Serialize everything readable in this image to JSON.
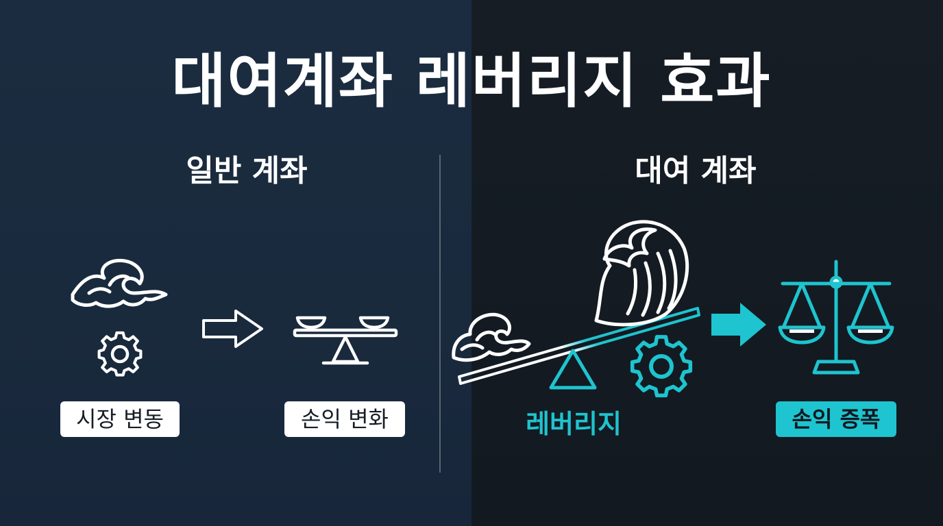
{
  "title": "대여계좌 레버리지 효과",
  "left": {
    "heading": "일반 계좌",
    "labels": {
      "market": "시장 변동",
      "pnl": "손익 변화"
    }
  },
  "right": {
    "heading": "대여 계좌",
    "labels": {
      "leverage": "레버리지",
      "pnl": "손익 증폭"
    }
  },
  "colors": {
    "accent": "#1ec4cf",
    "left_bg": "#1b2c40",
    "right_bg": "#141b22",
    "white": "#ffffff"
  },
  "icons": [
    "wave-icon",
    "gear-icon",
    "arrow-right-icon",
    "seesaw-icon",
    "big-wave-icon",
    "balance-scale-icon"
  ]
}
